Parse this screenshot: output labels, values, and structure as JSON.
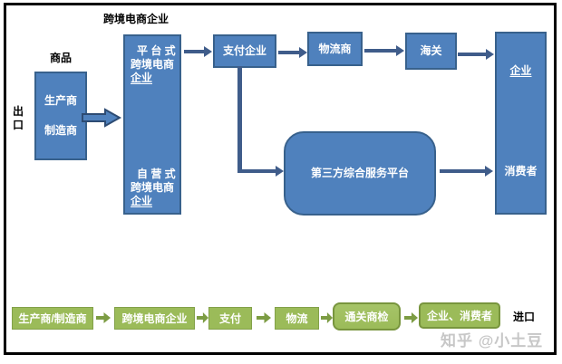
{
  "colors": {
    "blue_fill": "#4F81BD",
    "blue_border": "#38618C",
    "arrow_blue": "#3F5C8A",
    "green_fill": "#9BBB59",
    "green_border": "#78953E",
    "arrow_green": "#7C9C43",
    "watermark_gray": "#C7C7C7"
  },
  "export_flow": {
    "side_label": "出口",
    "goods_label": "商品",
    "producer_box": {
      "lines": [
        "生产商",
        "制造商"
      ]
    },
    "ecommerce_label": "跨境电商企业",
    "ecommerce_box": {
      "platform_lines": [
        "平 台 式",
        "跨境电商",
        "企业"
      ],
      "self_lines": [
        "自 营 式",
        "跨境电商",
        "企业"
      ]
    },
    "payment_label": "支付企业",
    "logistics_label": "物流商",
    "customs_label": "海关",
    "third_party_label": "第三方综合服务平台",
    "dest_top_label": "企业",
    "dest_bottom_label": "消费者"
  },
  "import_flow": {
    "side_label": "进口",
    "steps": [
      "生产商/制造商",
      "跨境电商企业",
      "支付",
      "物流",
      "通关商检",
      "企业、消费者"
    ]
  },
  "watermark": "知乎 @小土豆"
}
